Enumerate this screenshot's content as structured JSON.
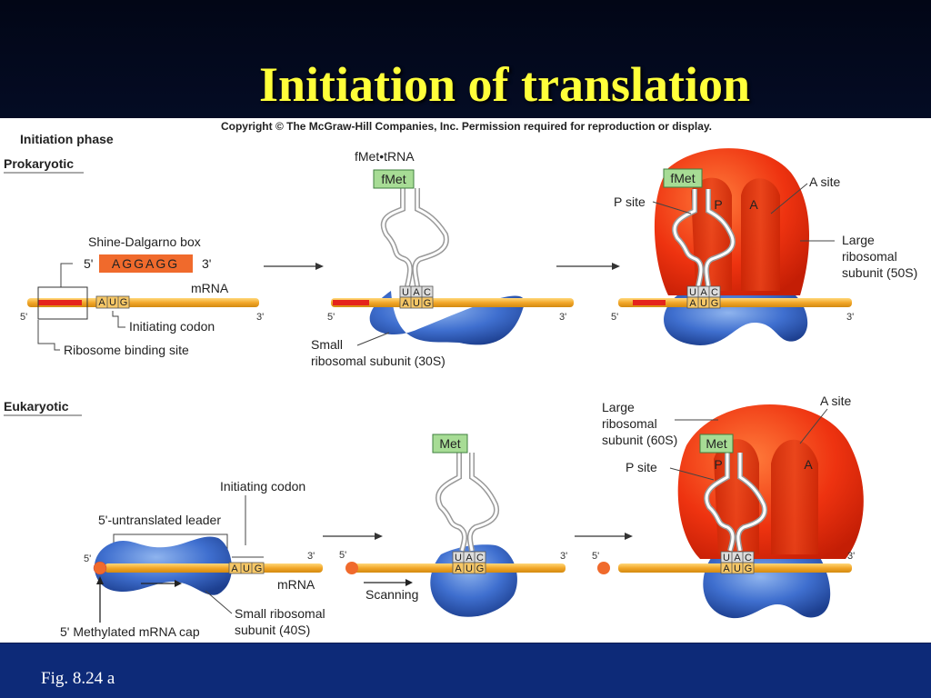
{
  "slide": {
    "title": "Initiation of translation",
    "caption": "Fig. 8.24 a"
  },
  "figure": {
    "copyright": "Copyright © The McGraw-Hill Companies, Inc. Permission required for reproduction or display.",
    "phase_title": "Initiation phase",
    "prokaryotic": {
      "heading": "Prokaryotic",
      "shine_dalgarno": "Shine-Dalgarno box",
      "prime5": "5'",
      "prime3": "3'",
      "sequence": "AGGAGG",
      "mrna": "mRNA",
      "start_codon": [
        "A",
        "U",
        "G"
      ],
      "anticodon": [
        "U",
        "A",
        "C"
      ],
      "initiating_codon": "Initiating codon",
      "ribosome_binding_site": "Ribosome binding site",
      "fmet_trna": "fMet•tRNA",
      "fmet": "fMet",
      "small_subunit_line1": "Small",
      "small_subunit_line2": "ribosomal subunit (30S)",
      "p_site": "P site",
      "a_site": "A site",
      "p": "P",
      "a": "A",
      "large_line1": "Large",
      "large_line2": "ribosomal",
      "large_line3": "subunit (50S)"
    },
    "eukaryotic": {
      "heading": "Eukaryotic",
      "initiating_codon": "Initiating codon",
      "leader": "5'-untranslated leader",
      "prime5": "5'",
      "prime3": "3'",
      "start_codon": [
        "A",
        "U",
        "G"
      ],
      "anticodon": [
        "U",
        "A",
        "C"
      ],
      "mrna": "mRNA",
      "small_line1": "Small ribosomal",
      "small_line2": "subunit (40S)",
      "cap": "5' Methylated mRNA cap",
      "met": "Met",
      "scanning": "Scanning",
      "large_line1": "Large",
      "large_line2": "ribosomal",
      "large_line3": "subunit (60S)",
      "p_site": "P site",
      "a_site": "A site",
      "p": "P",
      "a": "A"
    }
  }
}
